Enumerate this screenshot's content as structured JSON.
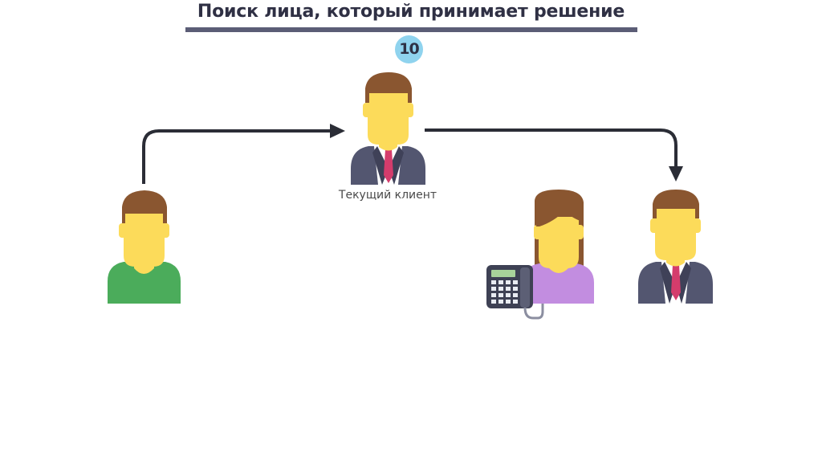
{
  "slide": {
    "title": "Поиск лица, который принимает решение",
    "badge_number": "10",
    "current_client_label": "Текущий клиент"
  },
  "people": [
    {
      "id": "referrer",
      "description": "man in green shirt",
      "shirt_color": "#4bac5b"
    },
    {
      "id": "current-client",
      "description": "businessman in suit",
      "shirt_color": "#535670"
    },
    {
      "id": "secretary",
      "description": "woman in purple blouse with desk phone",
      "shirt_color": "#c28de0"
    },
    {
      "id": "decision-maker",
      "description": "businessman in suit",
      "shirt_color": "#535670"
    }
  ],
  "colors": {
    "title": "#2f3044",
    "title_underline": "#5b5d76",
    "badge": "#8fd3ee",
    "skin": "#fcdb5a",
    "hair": "#8a5630",
    "tie": "#d43c6c",
    "arrow": "#2b2d36"
  }
}
